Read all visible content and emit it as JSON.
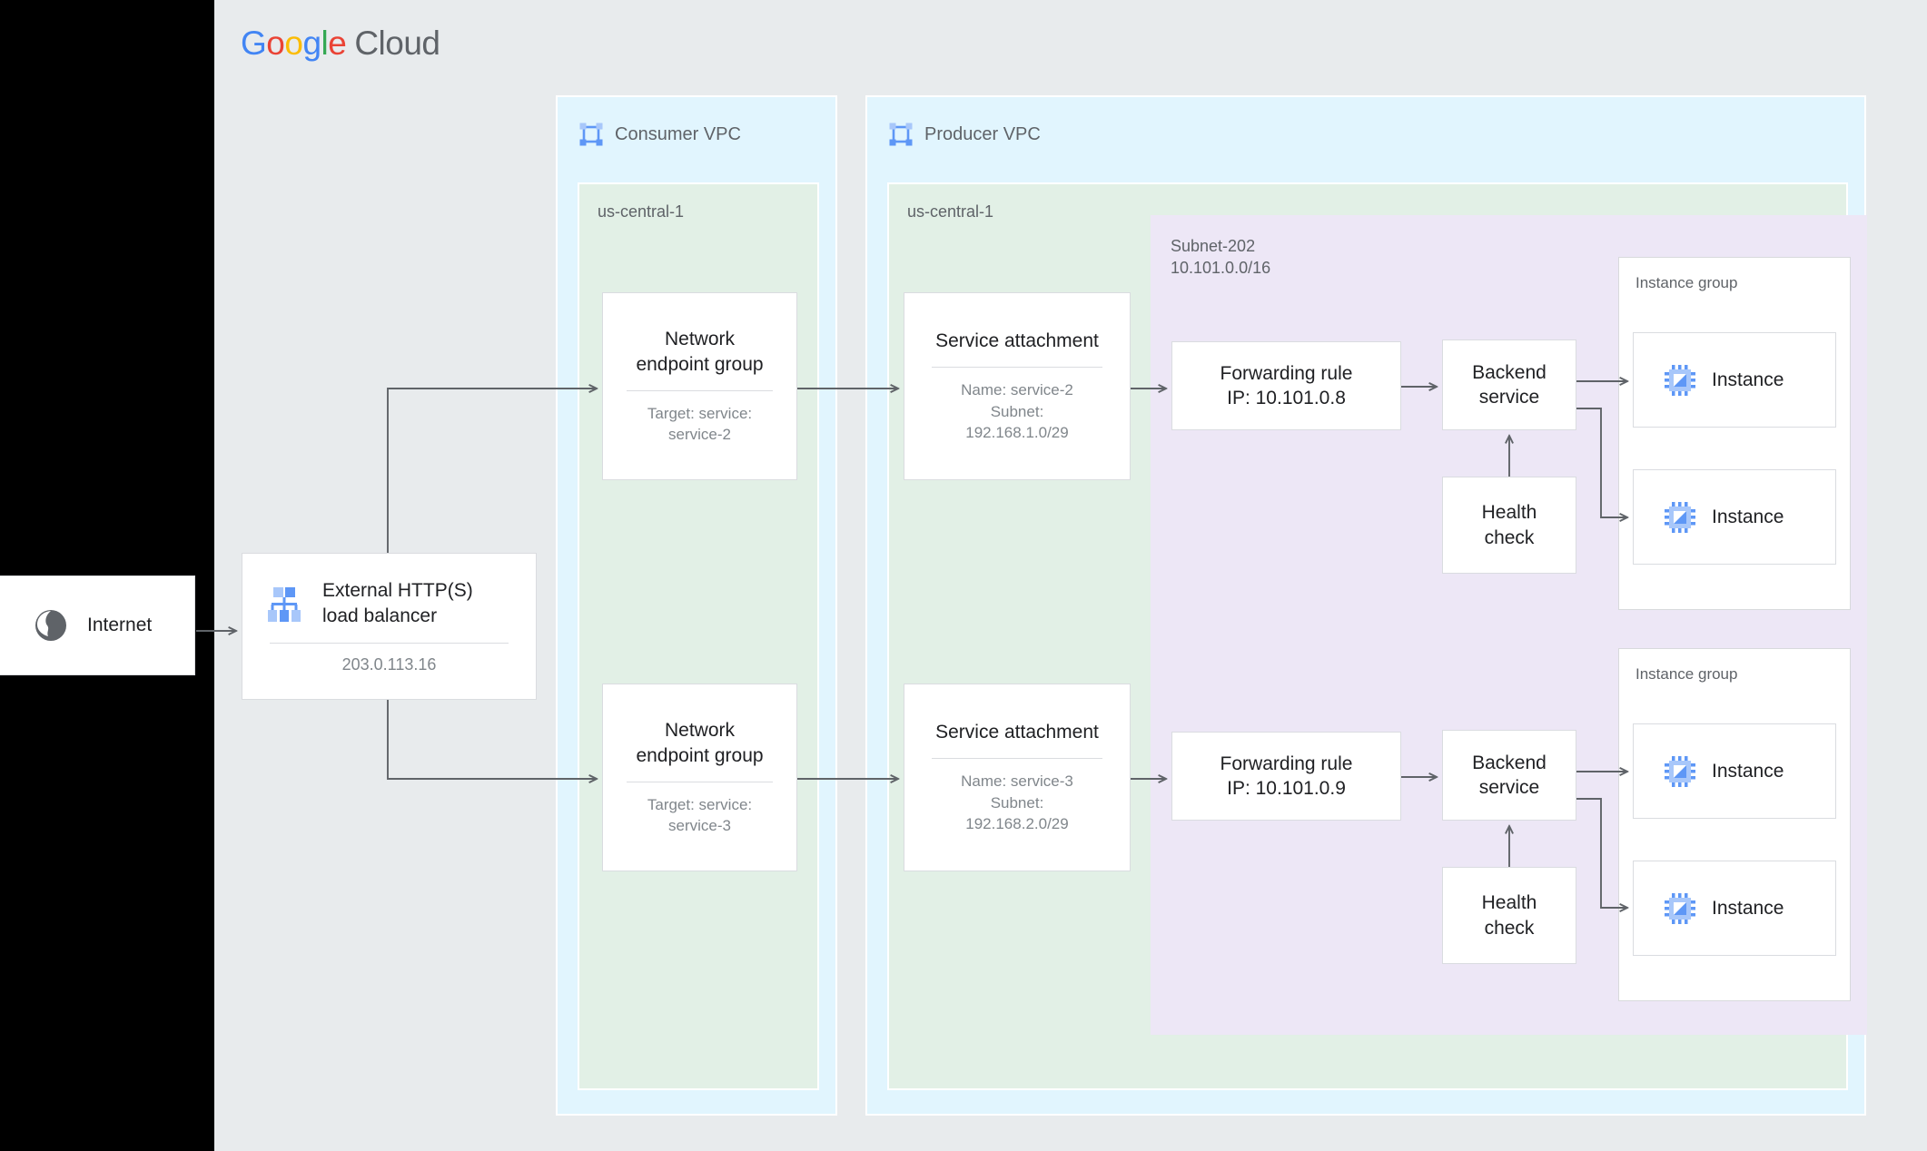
{
  "brand": {
    "google_g": "G",
    "google_o1": "o",
    "google_o2": "o",
    "google_g2": "g",
    "google_l": "l",
    "google_e": "e",
    "cloud": "Cloud",
    "colors": {
      "blue": "#4285F4",
      "red": "#EA4335",
      "yellow": "#FBBC05",
      "green": "#34A853",
      "grey": "#5f6368"
    }
  },
  "internet": {
    "label": "Internet",
    "icon": "globe-icon"
  },
  "load_balancer": {
    "title": "External HTTP(S)\nload balancer",
    "ip": "203.0.113.16",
    "icon": "load-balancer-icon"
  },
  "consumer_vpc": {
    "title": "Consumer VPC",
    "icon": "vpc-icon",
    "region": "us-central-1",
    "negs": [
      {
        "title": "Network\nendpoint group",
        "sub": "Target: service:\nservice-2"
      },
      {
        "title": "Network\nendpoint group",
        "sub": "Target: service:\nservice-3"
      }
    ]
  },
  "producer_vpc": {
    "title": "Producer VPC",
    "icon": "vpc-icon",
    "region": "us-central-1",
    "subnet": {
      "name": "Subnet-202",
      "cidr": "10.101.0.0/16"
    },
    "service_attachments": [
      {
        "title": "Service attachment",
        "sub": "Name: service-2\nSubnet:\n192.168.1.0/29"
      },
      {
        "title": "Service attachment",
        "sub": "Name: service-3\nSubnet:\n192.168.2.0/29"
      }
    ],
    "forwarding_rules": [
      {
        "label": "Forwarding rule\nIP: 10.101.0.8"
      },
      {
        "label": "Forwarding rule\nIP: 10.101.0.9"
      }
    ],
    "backend_services": [
      {
        "label": "Backend\nservice"
      },
      {
        "label": "Backend\nservice"
      }
    ],
    "health_checks": [
      {
        "label": "Health\ncheck"
      },
      {
        "label": "Health\ncheck"
      }
    ],
    "instance_groups": [
      {
        "label": "Instance group",
        "instances": [
          {
            "label": "Instance"
          },
          {
            "label": "Instance"
          }
        ]
      },
      {
        "label": "Instance group",
        "instances": [
          {
            "label": "Instance"
          },
          {
            "label": "Instance"
          }
        ]
      }
    ]
  },
  "colors": {
    "canvas": "#e8ebed",
    "vpc_fill": "#e1f5fe",
    "region_fill": "#e2f0e6",
    "subnet_fill": "#ede7f6",
    "card_border": "#dadce0",
    "connector": "#5f6368",
    "icon_blue": "#5e97f6",
    "icon_blue_light": "#a8c7fa"
  }
}
